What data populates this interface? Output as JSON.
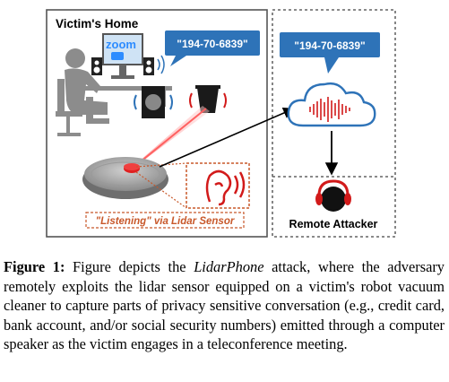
{
  "figure": {
    "home_label": "Victim's Home",
    "zoom_logo": "zoom",
    "speech_bubble_home": "\"194-70-6839\"",
    "speech_bubble_cloud": "\"194-70-6839\"",
    "listening_label": "\"Listening\" via Lidar Sensor",
    "attacker_label": "Remote Attacker",
    "colors": {
      "bubble_blue": "#2e73b8",
      "laser_red": "#e02020",
      "listen_orange": "#c8582a",
      "person_gray": "#8c8c8c",
      "cloud_red": "#d21a1a"
    }
  },
  "caption": {
    "label": "Figure 1:",
    "text_part1": " Figure depicts the ",
    "emph": "LidarPhone",
    "text_part2": " attack, where the adversary remotely exploits the lidar sensor equipped on a victim's robot vacuum cleaner to capture parts of privacy sensitive conversation (e.g., credit card, bank account, and/or social security numbers) emitted through a computer speaker as the victim engages in a teleconference meeting."
  }
}
